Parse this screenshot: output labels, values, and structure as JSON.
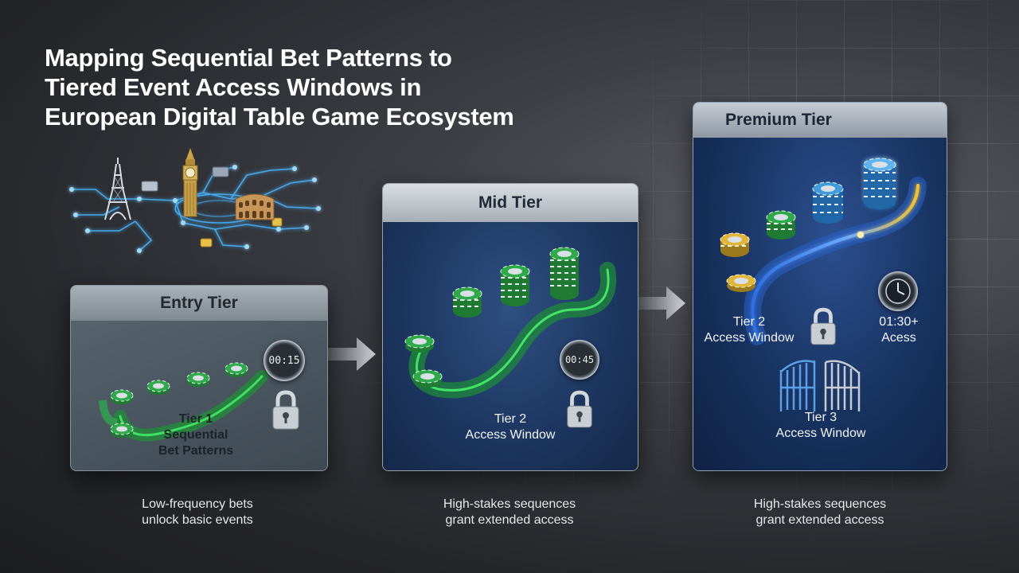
{
  "title_lines": [
    "Mapping Sequential Bet Patterns to",
    "Tiered Event Access Windows in",
    "European Digital Table Game Ecosystem"
  ],
  "tiers": [
    {
      "header": "Entry Tier",
      "label_lines": [
        "Tier 1",
        "Sequential",
        "Bet Patterns"
      ],
      "timer": "00:15",
      "caption_lines": [
        "Low-frequency bets",
        "unlock basic events"
      ]
    },
    {
      "header": "Mid Tier",
      "label_lines": [
        "Tier 2",
        "Access Window"
      ],
      "timer": "00:45",
      "caption_lines": [
        "High-stakes sequences",
        "grant extended access"
      ]
    },
    {
      "header": "Premium Tier",
      "label_a_lines": [
        "Tier 2",
        "Access Window"
      ],
      "label_b_lines": [
        "01:30+",
        "Acess"
      ],
      "label_c_lines": [
        "Tier 3",
        "Access Window"
      ],
      "caption_lines": [
        "High-stakes sequences",
        "grant extended access"
      ]
    }
  ],
  "colors": {
    "chip_green": "#2faa4a",
    "chip_blue": "#3f9bd9",
    "chip_gold": "#e2b53a",
    "path_green": "#28c24a",
    "path_blue": "#3a7fe0",
    "path_gold": "#f2c230"
  },
  "icons": [
    "europe-network-icon",
    "eiffel-tower-icon",
    "big-ben-icon",
    "colosseum-icon",
    "padlock-icon",
    "stopwatch-icon",
    "gate-icon",
    "arrow-right-icon",
    "poker-chip-icon"
  ]
}
